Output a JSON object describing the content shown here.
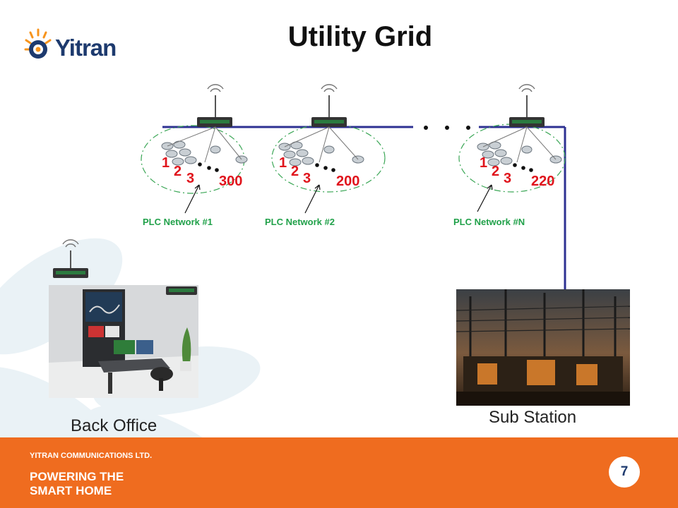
{
  "title": "Utility Grid",
  "logo": {
    "text": "Yitran",
    "accent": "#f7941d",
    "navy": "#1d3a6e"
  },
  "networks": [
    {
      "label": "PLC Network #1",
      "nodes": [
        "1",
        "2",
        "3"
      ],
      "count": "300"
    },
    {
      "label": "PLC Network #2",
      "nodes": [
        "1",
        "2",
        "3"
      ],
      "count": "200"
    },
    {
      "label": "PLC Network #N",
      "nodes": [
        "1",
        "2",
        "3"
      ],
      "count": "220"
    }
  ],
  "captions": {
    "back_office": "Back Office",
    "sub_station": "Sub Station"
  },
  "footer": {
    "company": "YITRAN COMMUNICATIONS LTD.",
    "tagline_line1": "POWERING THE",
    "tagline_line2": "SMART HOME",
    "page_number": "7"
  },
  "colors": {
    "line": "#2e3192",
    "node_number": "#e0141c",
    "plc_label": "#21a14a",
    "footer": "#ef6c1f"
  }
}
